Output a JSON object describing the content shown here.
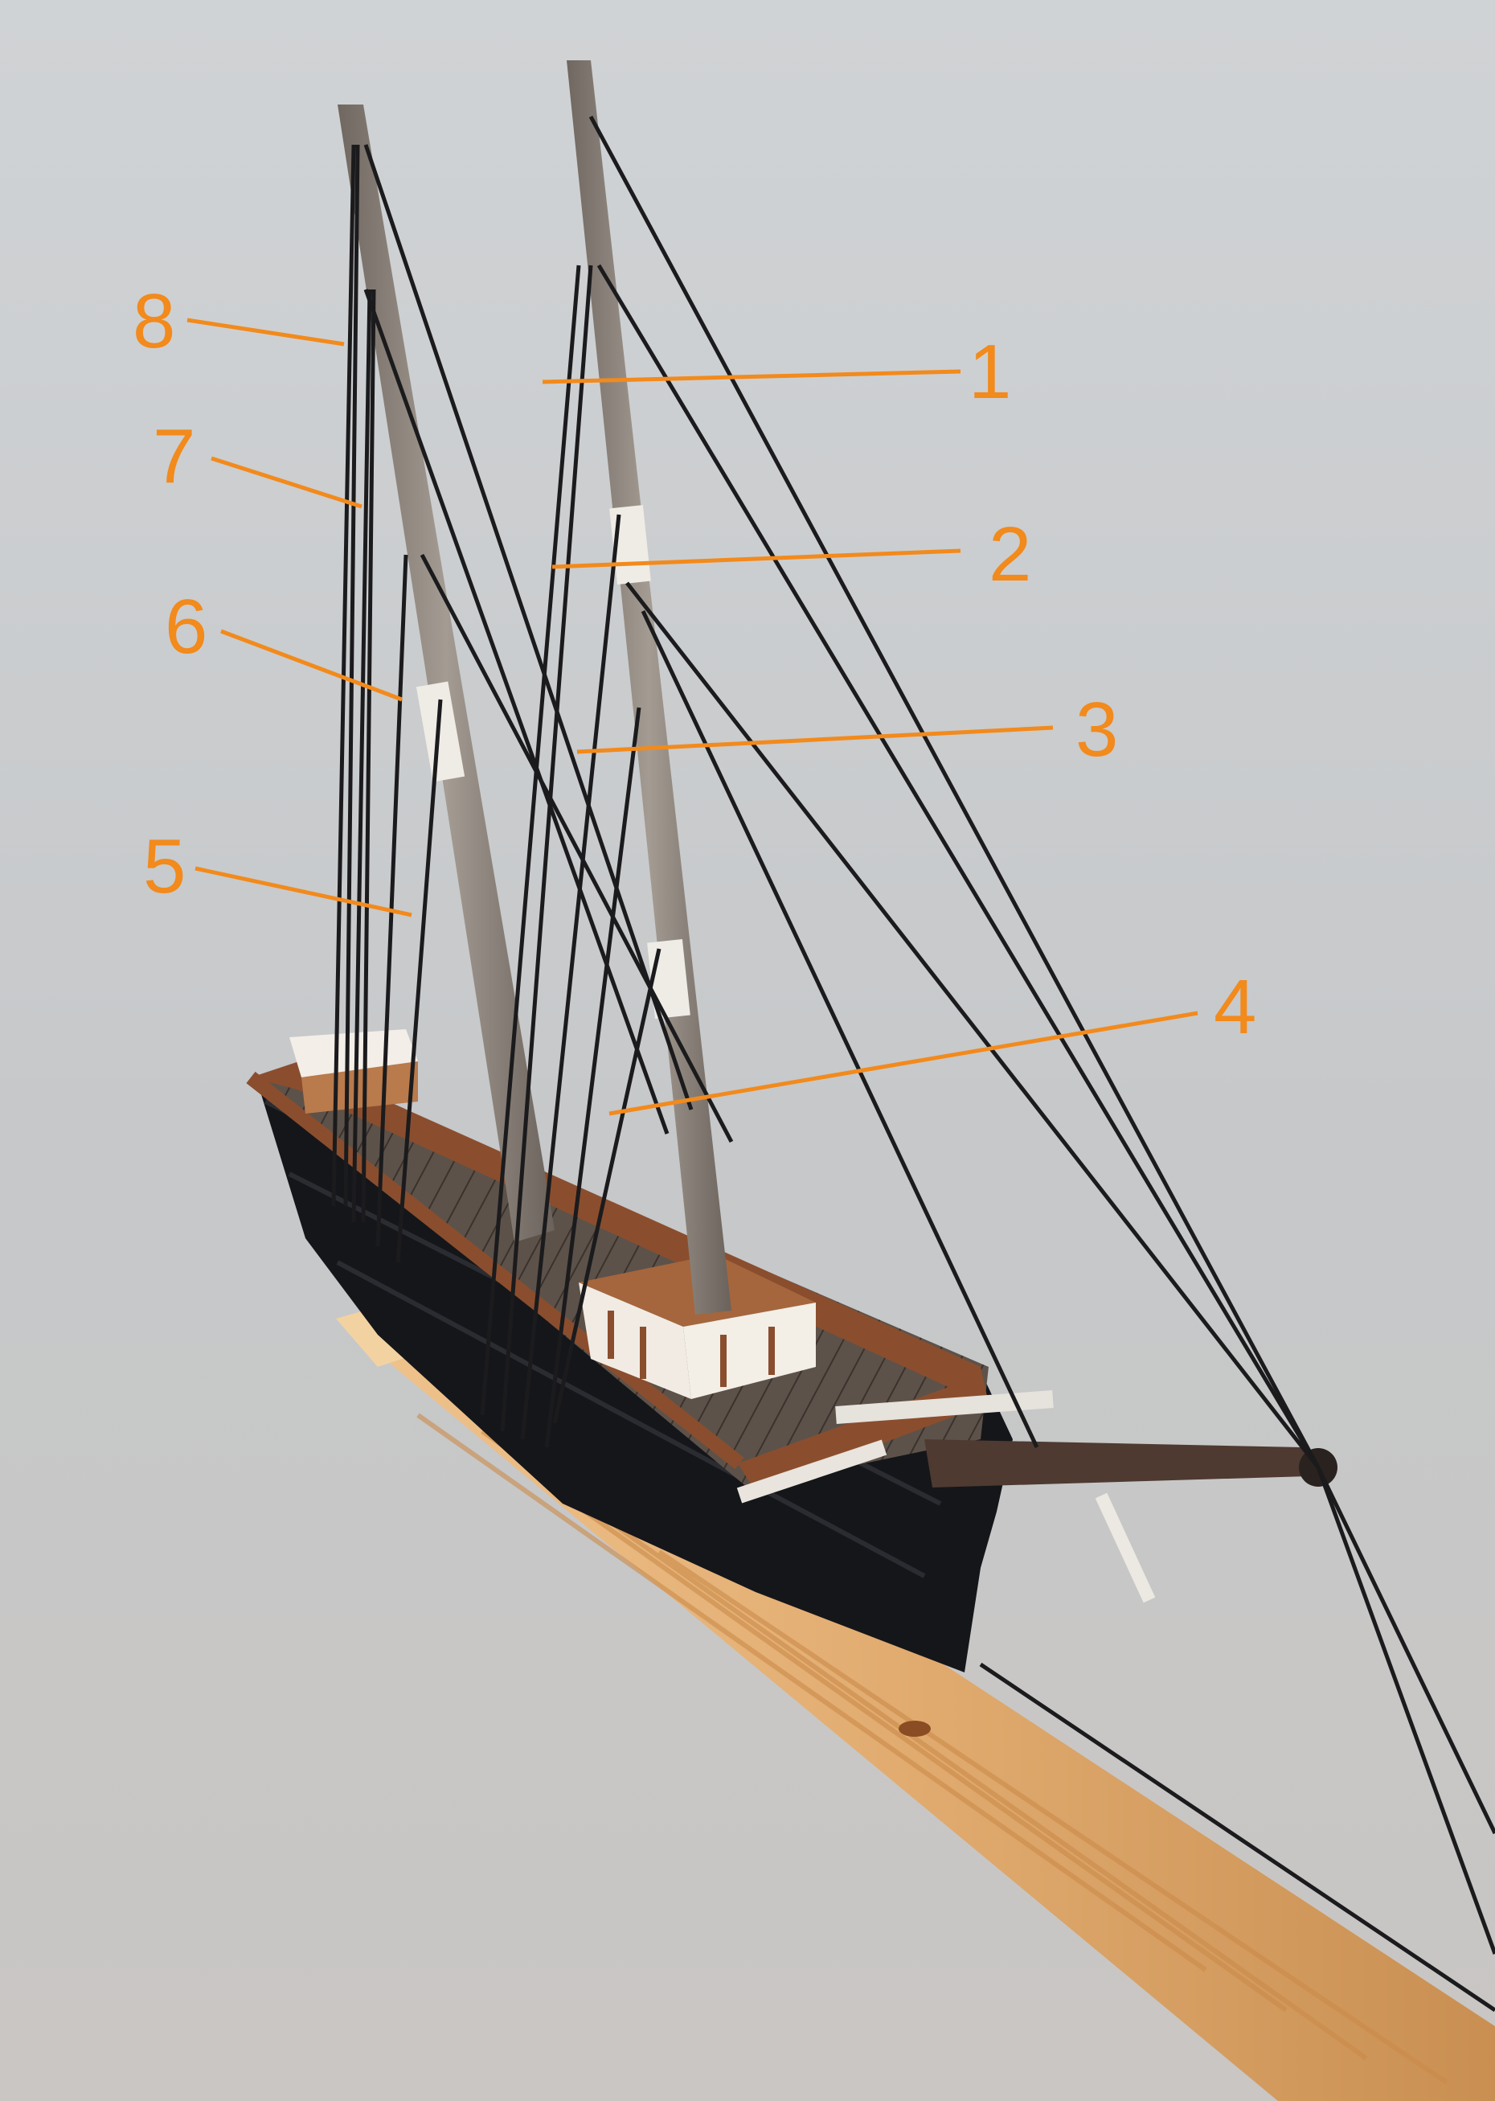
{
  "photo": {
    "subject": "ship-model-photo",
    "colors": {
      "background_top": "#c9ccce",
      "background_bottom": "#cbc8c6",
      "hull": "#15161a",
      "deck": "#5b5048",
      "rail": "#8a4e2e",
      "mast": "#8f8880",
      "stand": "#e6b47c",
      "rigging": "#1b1b1d",
      "annotation": "#f28a1c"
    }
  },
  "callouts": [
    {
      "id": "1",
      "label": "1"
    },
    {
      "id": "2",
      "label": "2"
    },
    {
      "id": "3",
      "label": "3"
    },
    {
      "id": "4",
      "label": "4"
    },
    {
      "id": "5",
      "label": "5"
    },
    {
      "id": "6",
      "label": "6"
    },
    {
      "id": "7",
      "label": "7"
    },
    {
      "id": "8",
      "label": "8"
    }
  ]
}
